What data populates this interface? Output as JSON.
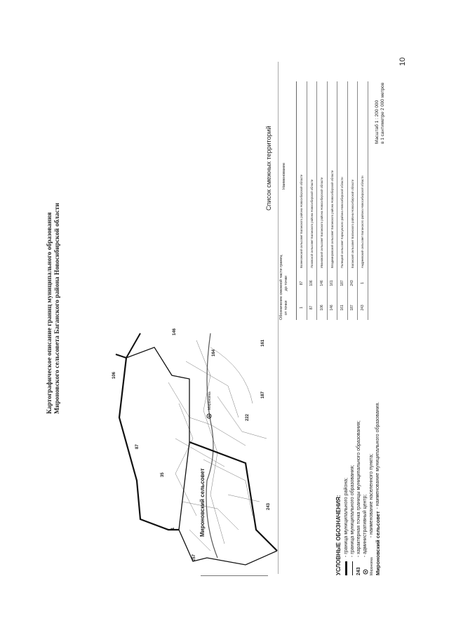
{
  "page": {
    "number": "10"
  },
  "title": {
    "line1": "Картографическое описание границ муниципального образования",
    "line2": "Мироновского сельсовета Баганского района Новосибирской области"
  },
  "map": {
    "municipality_name": "Мироновский сельсовет",
    "settlement_name": "Мироновка",
    "boundary_point_labels": [
      "1",
      "257",
      "35",
      "87",
      "106",
      "146",
      "161",
      "164",
      "187",
      "222",
      "243"
    ],
    "colors": {
      "district_boundary": "#111111",
      "municipal_boundary": "#111111",
      "roads": "#666666"
    }
  },
  "legend": {
    "heading": "УСЛОВНЫЕ ОБОЗНАЧЕНИЯ:",
    "items": [
      {
        "symbol": "",
        "text": "- граница муниципального района;"
      },
      {
        "symbol": "",
        "text": "- граница муниципального образования;"
      },
      {
        "symbol": "243",
        "text": "- характерная точка границы муниципального образования;"
      },
      {
        "symbol": "",
        "text": "- административный центр;"
      },
      {
        "symbol": "Мироновка",
        "text": "- наименование населенного пункта;"
      },
      {
        "symbol": "Мироновский сельсовет",
        "text": "- наименование муниципального образования."
      }
    ]
  },
  "adjacent": {
    "title": "Список смежных территорий",
    "col_group": "Обозначение смежной части границ",
    "col_from": "от точки",
    "col_to": "до точки",
    "col_name": "Наименование",
    "rows": [
      {
        "from": "1",
        "to": "87",
        "name": "Вознесенский сельсовет Баганского района Новосибирской области"
      },
      {
        "from": "87",
        "to": "106",
        "name": "Лозовской сельсовет Баганского района Новосибирской области"
      },
      {
        "from": "106",
        "to": "146",
        "name": "Ивановский сельсовет Баганского района Новосибирской области"
      },
      {
        "from": "146",
        "to": "161",
        "name": "Владимировский сельсовет Баганского района Новосибирской области"
      },
      {
        "from": "161",
        "to": "187",
        "name": "Палецкий сельсовет Карасукского района Новосибирской области"
      },
      {
        "from": "187",
        "to": "243",
        "name": "Баганский сельсовет Баганского района Новосибирской области"
      },
      {
        "from": "243",
        "to": "1",
        "name": "Андреевский сельсовет Баганского района Новосибирской области"
      }
    ]
  },
  "scale": {
    "line1": "Масштаб 1 : 200 000",
    "line2": "в 1 сантиметре 2 000 метров"
  }
}
